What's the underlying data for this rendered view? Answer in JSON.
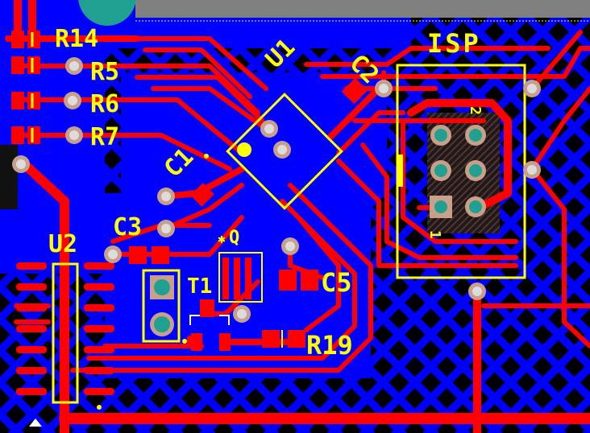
{
  "board": {
    "colors": {
      "copper_pour": "#0000ff",
      "top_trace": "#ff0000",
      "silkscreen": "#ffff00",
      "pad_ring": "#c8a08a",
      "drill": "#dcdcdc",
      "hatch_void": "#000000",
      "keepout": "#808080",
      "thermal_pad": "#20a090"
    },
    "labels": {
      "r14": "R14",
      "r5": "R5",
      "r6": "R6",
      "r7": "R7",
      "u1": "U1",
      "c2": "C2",
      "isp": "ISP",
      "c1": "C1",
      "c3": "C3",
      "u2": "U2",
      "q": "Q",
      "t1": "T1",
      "c5": "C5",
      "r19": "R19",
      "isp_pin2": "2",
      "isp_pin1": "1"
    }
  }
}
